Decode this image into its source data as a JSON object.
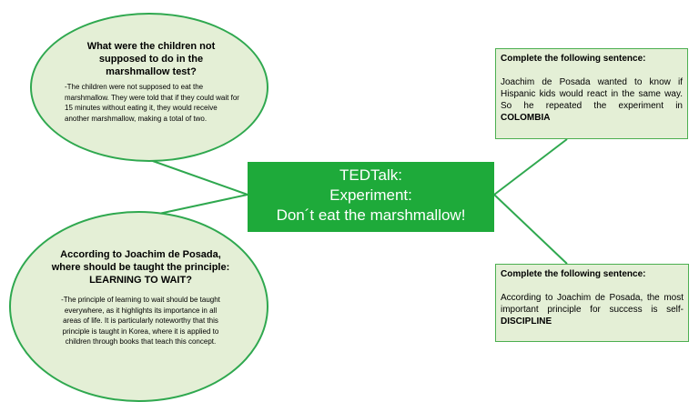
{
  "center": {
    "line1": "TEDTalk:",
    "line2": "Experiment:",
    "line3": "Don´t eat the marshmallow!"
  },
  "bubble_top": {
    "question": "What were the children not supposed to do in the marshmallow test?",
    "answer": "-The children were not supposed to eat the marshmallow. They were told that if they could wait for 15 minutes without eating it, they would receive another marshmallow, making a total of two."
  },
  "bubble_bottom": {
    "question_line1": "According to Joachim de Posada, where should  be taught the principle:",
    "question_line2": "LEARNING TO WAIT?",
    "answer": "-The principle of learning to wait should be taught everywhere, as it highlights its importance in all areas of life. It is particularly noteworthy that this principle is taught in Korea, where it is applied to children through books that teach this concept."
  },
  "box_top": {
    "heading": "Complete the following sentence:",
    "body": "Joachim de Posada wanted to know if Hispanic kids would react in the same way. So he repeated the experiment in ",
    "answer": "COLOMBIA"
  },
  "box_bottom": {
    "heading": "Complete the following sentence:",
    "body": "According to Joachim de Posada, the most important principle for success is self- ",
    "answer": "DISCIPLINE"
  },
  "colors": {
    "center_fill": "#1eaa3a",
    "node_fill": "#e4efd6",
    "connector": "#2fa84f"
  }
}
